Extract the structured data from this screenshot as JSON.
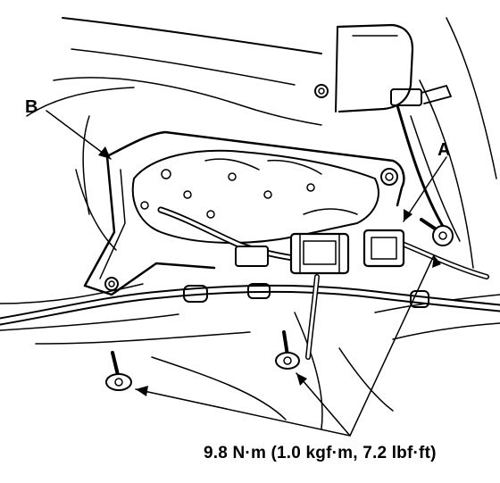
{
  "labels": {
    "a": "A",
    "b": "B"
  },
  "torque_spec": "9.8 N·m (1.0 kgf·m, 7.2 lbf·ft)",
  "colors": {
    "line": "#000000",
    "background": "#ffffff"
  }
}
